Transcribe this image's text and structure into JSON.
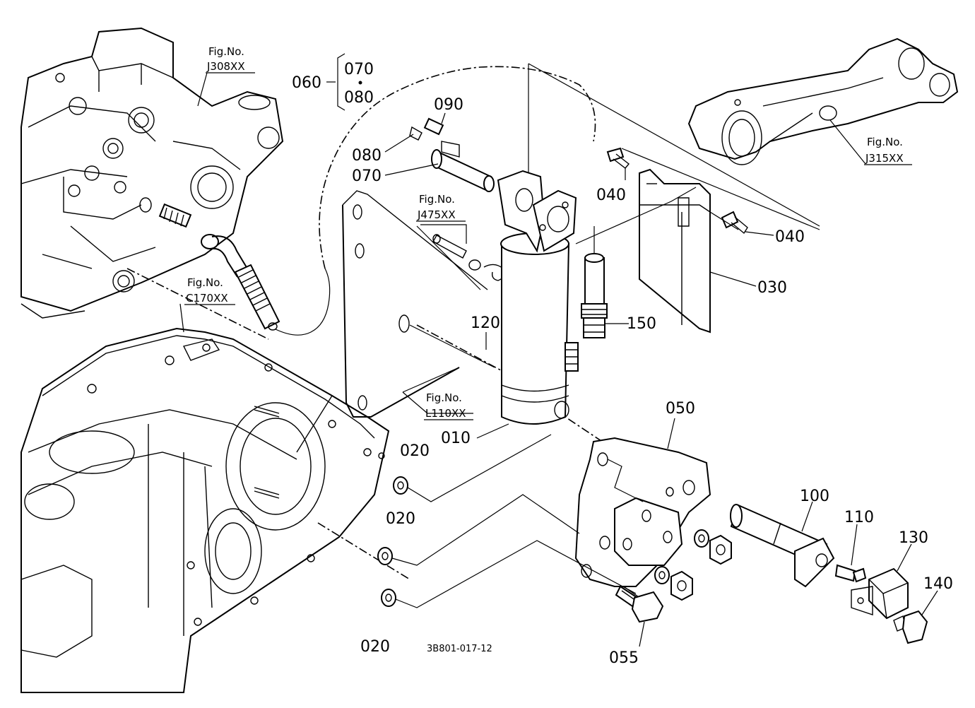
{
  "drawing_code": "3B801-017-12",
  "fig_refs": {
    "j308": {
      "label": "Fig.No.",
      "code": "J308XX"
    },
    "j315": {
      "label": "Fig.No.",
      "code": "J315XX"
    },
    "j475": {
      "label": "Fig.No.",
      "code": "J475XX"
    },
    "c170": {
      "label": "Fig.No.",
      "code": "C170XX"
    },
    "l110": {
      "label": "Fig.No.",
      "code": "L110XX"
    }
  },
  "callouts": {
    "p060": "060",
    "p070_top": "070",
    "p080_top": "080",
    "p090": "090",
    "p080": "080",
    "p070": "070",
    "p040_a": "040",
    "p040_b": "040",
    "p030": "030",
    "p150": "150",
    "p120": "120",
    "p010": "010",
    "p050": "050",
    "p020_a": "020",
    "p020_b": "020",
    "p020_c": "020",
    "p100": "100",
    "p110": "110",
    "p130": "130",
    "p140": "140",
    "p055": "055"
  }
}
